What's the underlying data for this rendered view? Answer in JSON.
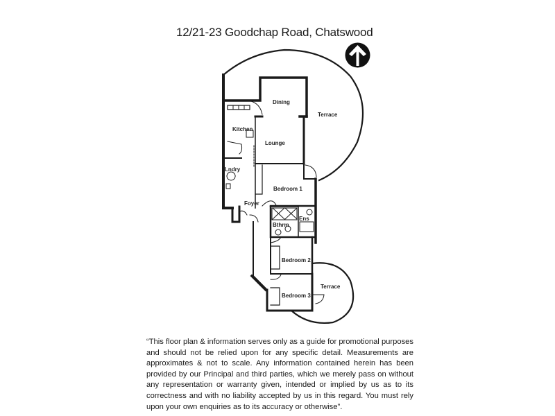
{
  "header": {
    "title": "12/21-23 Goodchap Road, Chatswood"
  },
  "compass": {
    "icon": "north-arrow-icon",
    "direction": "N"
  },
  "floor_plan": {
    "rooms": [
      {
        "id": "dining",
        "label": "Dining"
      },
      {
        "id": "terrace-1",
        "label": "Terrace"
      },
      {
        "id": "kitchen",
        "label": "Kitchen"
      },
      {
        "id": "lounge",
        "label": "Lounge"
      },
      {
        "id": "laundry",
        "label": "Lndry"
      },
      {
        "id": "bedroom-1",
        "label": "Bedroom 1"
      },
      {
        "id": "foyer",
        "label": "Foyer"
      },
      {
        "id": "ensuite",
        "label": "Ens"
      },
      {
        "id": "bathroom",
        "label": "Bthrm"
      },
      {
        "id": "bedroom-2",
        "label": "Bedroom 2"
      },
      {
        "id": "terrace-2",
        "label": "Terrace"
      },
      {
        "id": "bedroom-3",
        "label": "Bedroom 3"
      }
    ]
  },
  "disclaimer": {
    "text": "“This floor plan & information serves only as a guide for promotional purposes and should not be relied upon for any specific detail.  Measurements are approximates & not to scale.  Any information contained herein has been provided by our Principal and third parties, which we merely pass on without any representation or warranty given, intended or implied by us as to its correctness and with no liability accepted by us in this regard.  You must rely upon your own enquiries as to its accuracy or otherwise”."
  }
}
